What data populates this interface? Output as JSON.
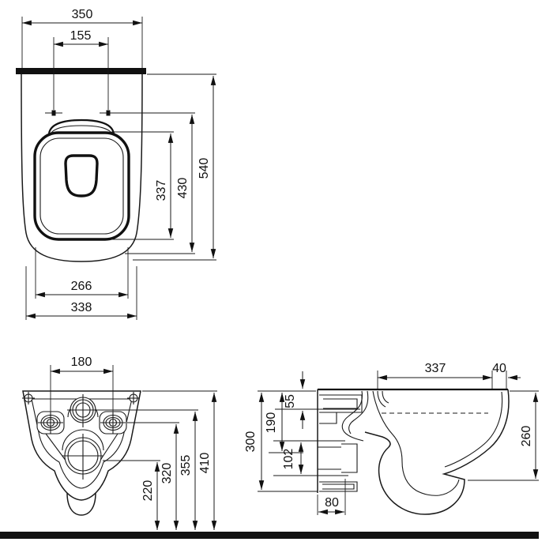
{
  "drawing": {
    "type": "technical-dimension-drawing",
    "subject": "wall-hung toilet (three orthographic views)",
    "line_color": "#1a1a1a",
    "background": "#ffffff"
  },
  "dims": {
    "top": {
      "overall_width": "350",
      "bolt_spacing": "155",
      "opening_length": "337",
      "seat_depth": "430",
      "overall_depth": "540",
      "opening_width": "266",
      "bowl_width": "338"
    },
    "front": {
      "hole_spacing": "180",
      "outlet_height": "220",
      "holes_height": "320",
      "inlet_height": "355",
      "overall_height": "410"
    },
    "side": {
      "rim_depth": "337",
      "front_lip": "40",
      "inlet_drop": "55",
      "outlet_drop": "190",
      "frame_height": "300",
      "outlet_size": "102",
      "front_height": "260",
      "outlet_stub": "80"
    }
  }
}
